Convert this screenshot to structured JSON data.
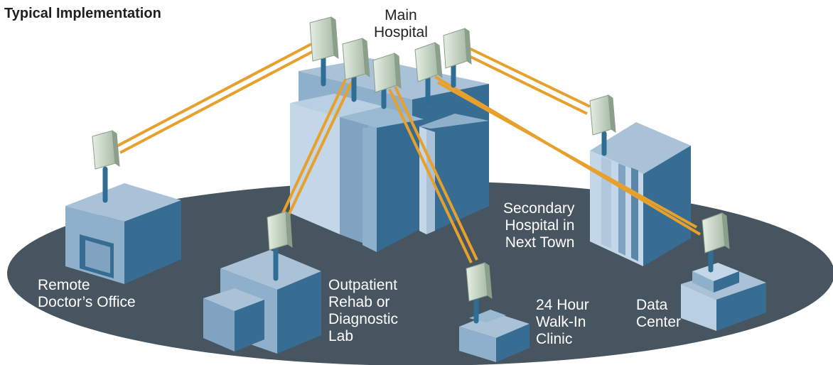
{
  "title": "Typical Implementation",
  "colors": {
    "ground": "#465560",
    "link": "#e8a02c",
    "building_light": "#c8d9e8",
    "building_mid": "#8fb0cb",
    "building_dark": "#386d93",
    "antenna": "#c5d4c4",
    "mast": "#2f6d95"
  },
  "sites": {
    "main": {
      "lines": [
        "Main",
        "Hospital"
      ]
    },
    "secondary": {
      "lines": [
        "Secondary",
        "Hospital in",
        "Next Town"
      ]
    },
    "remote": {
      "lines": [
        "Remote",
        "Doctor’s Office"
      ]
    },
    "outpatient": {
      "lines": [
        "Outpatient",
        "Rehab or",
        "Diagnostic",
        "Lab"
      ]
    },
    "walkin": {
      "lines": [
        "24 Hour",
        "Walk-In",
        "Clinic"
      ]
    },
    "datacenter": {
      "lines": [
        "Data",
        "Center"
      ]
    }
  }
}
